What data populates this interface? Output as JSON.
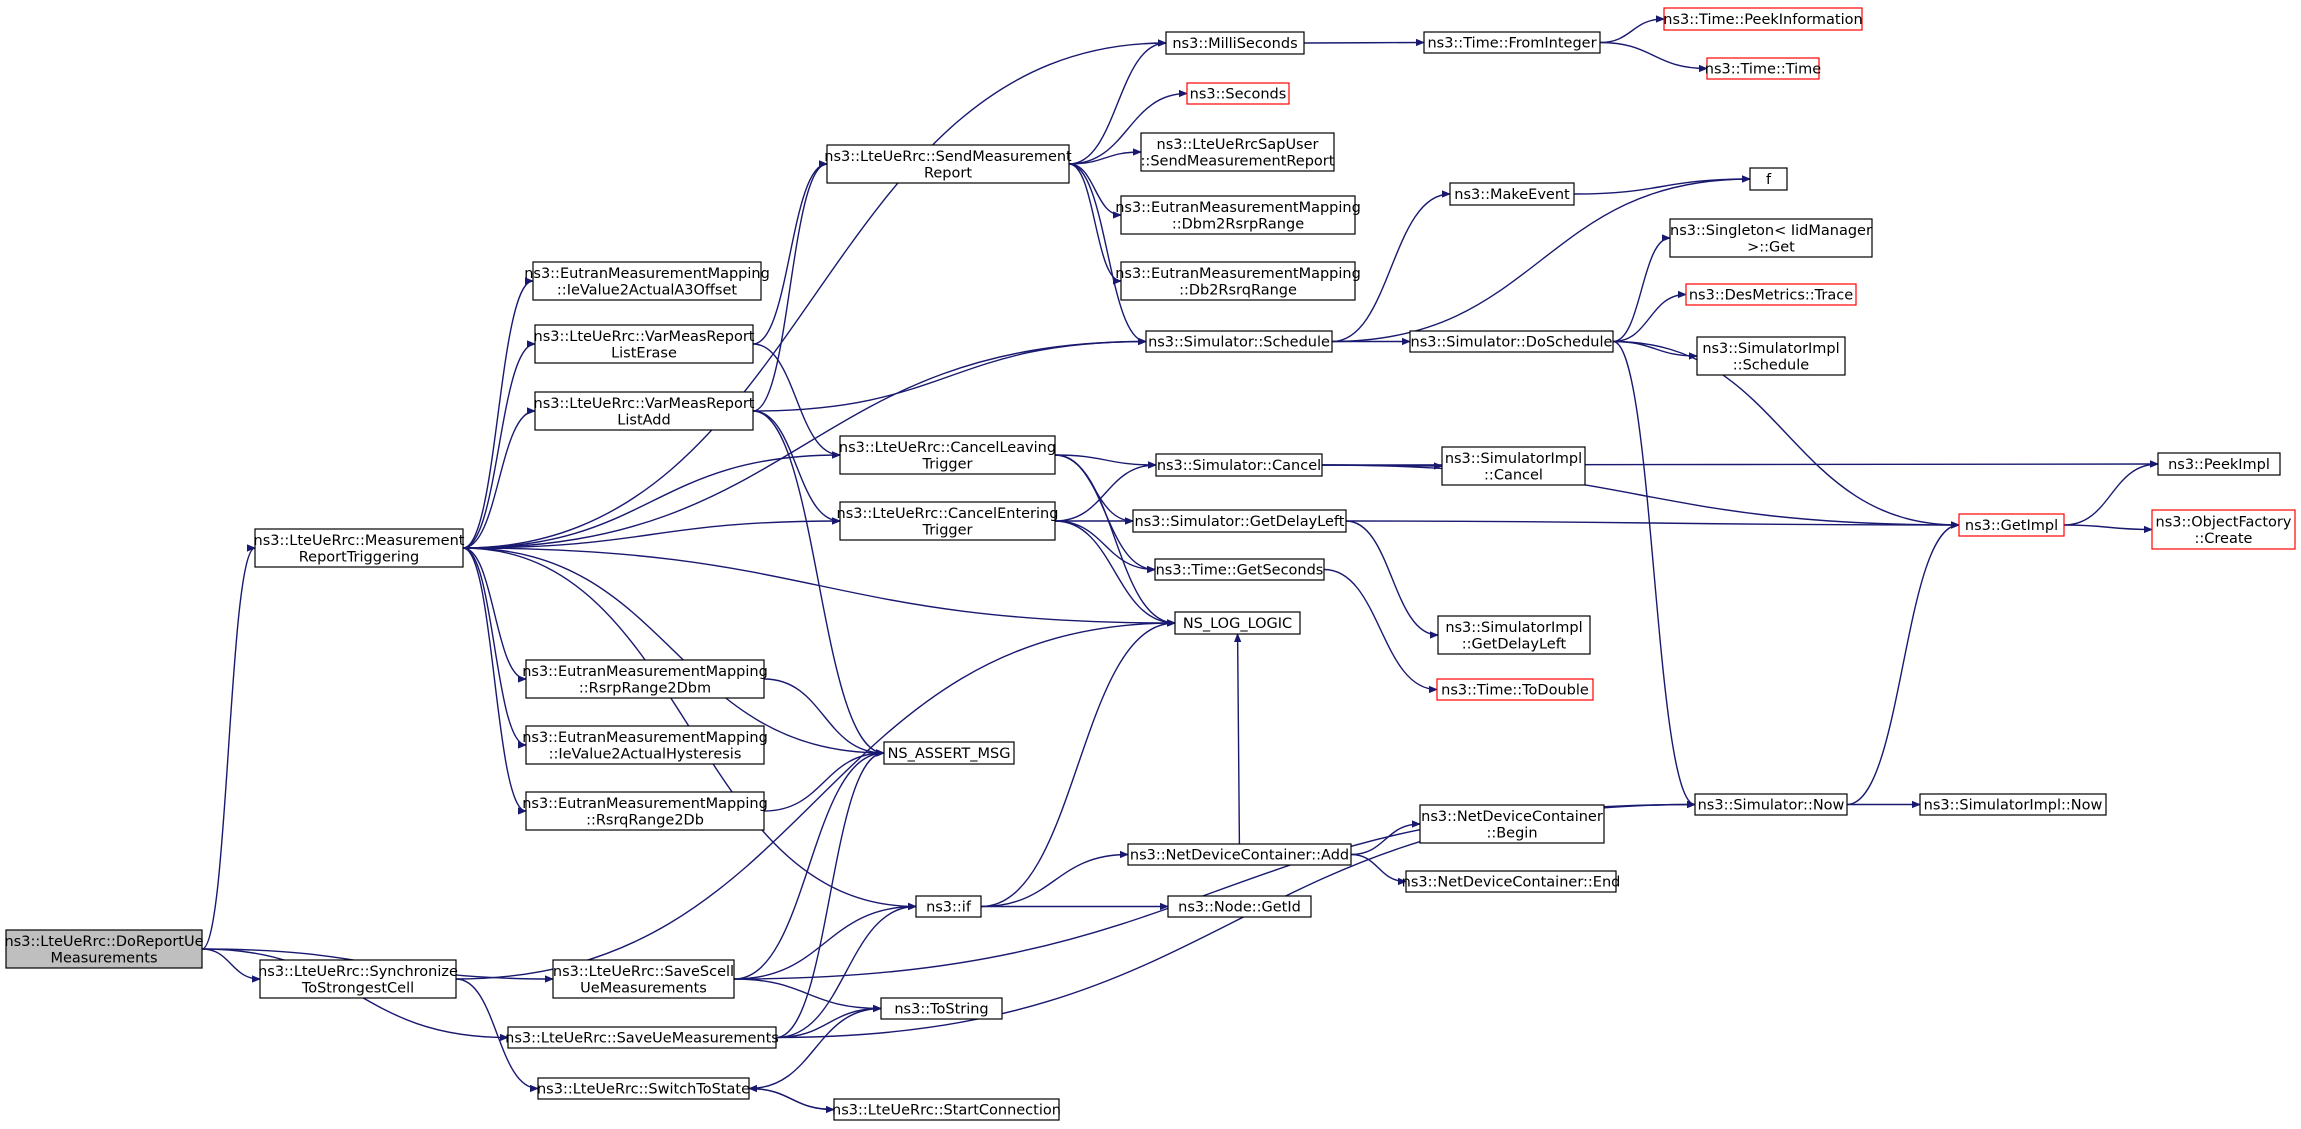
{
  "diagram": {
    "nodes": [
      {
        "id": "DoReportUeMeasurements",
        "lines": [
          "ns3::LteUeRrc::DoReportUe",
          "Measurements"
        ],
        "style": "root"
      },
      {
        "id": "MeasurementReportTriggering",
        "lines": [
          "ns3::LteUeRrc::Measurement",
          "ReportTriggering"
        ],
        "style": "normal"
      },
      {
        "id": "SynchronizeToStrongestCell",
        "lines": [
          "ns3::LteUeRrc::Synchronize",
          "ToStrongestCell"
        ],
        "style": "normal"
      },
      {
        "id": "SaveScellUeMeasurements",
        "lines": [
          "ns3::LteUeRrc::SaveScell",
          "UeMeasurements"
        ],
        "style": "normal"
      },
      {
        "id": "SaveUeMeasurements",
        "lines": [
          "ns3::LteUeRrc::SaveUeMeasurements"
        ],
        "style": "normal"
      },
      {
        "id": "SwitchToState",
        "lines": [
          "ns3::LteUeRrc::SwitchToState"
        ],
        "style": "normal"
      },
      {
        "id": "StartConnection",
        "lines": [
          "ns3::LteUeRrc::StartConnection"
        ],
        "style": "normal"
      },
      {
        "id": "IeValue2ActualA3Offset",
        "lines": [
          "ns3::EutranMeasurementMapping",
          "::IeValue2ActualA3Offset"
        ],
        "style": "normal"
      },
      {
        "id": "VarMeasReportListErase",
        "lines": [
          "ns3::LteUeRrc::VarMeasReport",
          "ListErase"
        ],
        "style": "normal"
      },
      {
        "id": "VarMeasReportListAdd",
        "lines": [
          "ns3::LteUeRrc::VarMeasReport",
          "ListAdd"
        ],
        "style": "normal"
      },
      {
        "id": "RsrpRange2Dbm",
        "lines": [
          "ns3::EutranMeasurementMapping",
          "::RsrpRange2Dbm"
        ],
        "style": "normal"
      },
      {
        "id": "IeValue2ActualHysteresis",
        "lines": [
          "ns3::EutranMeasurementMapping",
          "::IeValue2ActualHysteresis"
        ],
        "style": "normal"
      },
      {
        "id": "RsrqRange2Db",
        "lines": [
          "ns3::EutranMeasurementMapping",
          "::RsrqRange2Db"
        ],
        "style": "normal"
      },
      {
        "id": "SendMeasurementReport",
        "lines": [
          "ns3::LteUeRrc::SendMeasurement",
          "Report"
        ],
        "style": "normal"
      },
      {
        "id": "CancelLeavingTrigger",
        "lines": [
          "ns3::LteUeRrc::CancelLeaving",
          "Trigger"
        ],
        "style": "normal"
      },
      {
        "id": "CancelEnteringTrigger",
        "lines": [
          "ns3::LteUeRrc::CancelEntering",
          "Trigger"
        ],
        "style": "normal"
      },
      {
        "id": "NS_ASSERT_MSG",
        "lines": [
          "NS_ASSERT_MSG"
        ],
        "style": "normal"
      },
      {
        "id": "if",
        "lines": [
          "ns3::if"
        ],
        "style": "normal"
      },
      {
        "id": "ToString",
        "lines": [
          "ns3::ToString"
        ],
        "style": "normal"
      },
      {
        "id": "MilliSeconds",
        "lines": [
          "ns3::MilliSeconds"
        ],
        "style": "normal"
      },
      {
        "id": "Seconds",
        "lines": [
          "ns3::Seconds"
        ],
        "style": "red"
      },
      {
        "id": "SapSendMeasurementReport",
        "lines": [
          "ns3::LteUeRrcSapUser",
          "::SendMeasurementReport"
        ],
        "style": "normal"
      },
      {
        "id": "Dbm2RsrpRange",
        "lines": [
          "ns3::EutranMeasurementMapping",
          "::Dbm2RsrpRange"
        ],
        "style": "normal"
      },
      {
        "id": "Db2RsrqRange",
        "lines": [
          "ns3::EutranMeasurementMapping",
          "::Db2RsrqRange"
        ],
        "style": "normal"
      },
      {
        "id": "Schedule",
        "lines": [
          "ns3::Simulator::Schedule"
        ],
        "style": "normal"
      },
      {
        "id": "SimCancel",
        "lines": [
          "ns3::Simulator::Cancel"
        ],
        "style": "normal"
      },
      {
        "id": "GetDelayLeft",
        "lines": [
          "ns3::Simulator::GetDelayLeft"
        ],
        "style": "normal"
      },
      {
        "id": "GetSeconds",
        "lines": [
          "ns3::Time::GetSeconds"
        ],
        "style": "normal"
      },
      {
        "id": "NS_LOG_LOGIC",
        "lines": [
          "NS_LOG_LOGIC"
        ],
        "style": "normal"
      },
      {
        "id": "NDCAdd",
        "lines": [
          "ns3::NetDeviceContainer::Add"
        ],
        "style": "normal"
      },
      {
        "id": "NodeGetId",
        "lines": [
          "ns3::Node::GetId"
        ],
        "style": "normal"
      },
      {
        "id": "FromInteger",
        "lines": [
          "ns3::Time::FromInteger"
        ],
        "style": "normal"
      },
      {
        "id": "MakeEvent",
        "lines": [
          "ns3::MakeEvent"
        ],
        "style": "normal"
      },
      {
        "id": "DoSchedule",
        "lines": [
          "ns3::Simulator::DoSchedule"
        ],
        "style": "normal"
      },
      {
        "id": "ImplCancel",
        "lines": [
          "ns3::SimulatorImpl",
          "::Cancel"
        ],
        "style": "normal"
      },
      {
        "id": "ImplGetDelayLeft",
        "lines": [
          "ns3::SimulatorImpl",
          "::GetDelayLeft"
        ],
        "style": "normal"
      },
      {
        "id": "ToDouble",
        "lines": [
          "ns3::Time::ToDouble"
        ],
        "style": "red"
      },
      {
        "id": "NDCBegin",
        "lines": [
          "ns3::NetDeviceContainer",
          "::Begin"
        ],
        "style": "normal"
      },
      {
        "id": "NDCEnd",
        "lines": [
          "ns3::NetDeviceContainer::End"
        ],
        "style": "normal"
      },
      {
        "id": "PeekInformation",
        "lines": [
          "ns3::Time::PeekInformation"
        ],
        "style": "red"
      },
      {
        "id": "TimeTime",
        "lines": [
          "ns3::Time::Time"
        ],
        "style": "red"
      },
      {
        "id": "f",
        "lines": [
          "f"
        ],
        "style": "normal"
      },
      {
        "id": "SingletonGet",
        "lines": [
          "ns3::Singleton< IidManager",
          ">::Get"
        ],
        "style": "normal"
      },
      {
        "id": "DesMetricsTrace",
        "lines": [
          "ns3::DesMetrics::Trace"
        ],
        "style": "red"
      },
      {
        "id": "ImplSchedule",
        "lines": [
          "ns3::SimulatorImpl",
          "::Schedule"
        ],
        "style": "normal"
      },
      {
        "id": "SimNow",
        "lines": [
          "ns3::Simulator::Now"
        ],
        "style": "normal"
      },
      {
        "id": "ImplNow",
        "lines": [
          "ns3::SimulatorImpl::Now"
        ],
        "style": "normal"
      },
      {
        "id": "GetImpl",
        "lines": [
          "ns3::GetImpl"
        ],
        "style": "red"
      },
      {
        "id": "PeekImpl",
        "lines": [
          "ns3::PeekImpl"
        ],
        "style": "normal"
      },
      {
        "id": "ObjectFactoryCreate",
        "lines": [
          "ns3::ObjectFactory",
          "::Create"
        ],
        "style": "red"
      }
    ],
    "edges": [
      [
        "DoReportUeMeasurements",
        "MeasurementReportTriggering"
      ],
      [
        "DoReportUeMeasurements",
        "SynchronizeToStrongestCell"
      ],
      [
        "DoReportUeMeasurements",
        "SaveScellUeMeasurements"
      ],
      [
        "DoReportUeMeasurements",
        "SaveUeMeasurements"
      ],
      [
        "MeasurementReportTriggering",
        "MilliSeconds"
      ],
      [
        "MeasurementReportTriggering",
        "Schedule"
      ],
      [
        "MeasurementReportTriggering",
        "IeValue2ActualA3Offset"
      ],
      [
        "MeasurementReportTriggering",
        "VarMeasReportListErase"
      ],
      [
        "MeasurementReportTriggering",
        "VarMeasReportListAdd"
      ],
      [
        "MeasurementReportTriggering",
        "CancelLeavingTrigger"
      ],
      [
        "MeasurementReportTriggering",
        "CancelEnteringTrigger"
      ],
      [
        "MeasurementReportTriggering",
        "NS_LOG_LOGIC"
      ],
      [
        "MeasurementReportTriggering",
        "RsrpRange2Dbm"
      ],
      [
        "MeasurementReportTriggering",
        "IeValue2ActualHysteresis"
      ],
      [
        "MeasurementReportTriggering",
        "RsrqRange2Db"
      ],
      [
        "MeasurementReportTriggering",
        "NS_ASSERT_MSG"
      ],
      [
        "MeasurementReportTriggering",
        "if"
      ],
      [
        "VarMeasReportListErase",
        "SendMeasurementReport"
      ],
      [
        "VarMeasReportListErase",
        "CancelLeavingTrigger"
      ],
      [
        "VarMeasReportListAdd",
        "SendMeasurementReport"
      ],
      [
        "VarMeasReportListAdd",
        "Schedule"
      ],
      [
        "VarMeasReportListAdd",
        "CancelEnteringTrigger"
      ],
      [
        "VarMeasReportListAdd",
        "NS_ASSERT_MSG"
      ],
      [
        "RsrpRange2Dbm",
        "NS_ASSERT_MSG"
      ],
      [
        "RsrqRange2Db",
        "NS_ASSERT_MSG"
      ],
      [
        "SynchronizeToStrongestCell",
        "NS_LOG_LOGIC"
      ],
      [
        "SynchronizeToStrongestCell",
        "SwitchToState"
      ],
      [
        "SaveScellUeMeasurements",
        "NS_ASSERT_MSG"
      ],
      [
        "SaveScellUeMeasurements",
        "if"
      ],
      [
        "SaveScellUeMeasurements",
        "ToString"
      ],
      [
        "SaveScellUeMeasurements",
        "SimNow"
      ],
      [
        "SaveUeMeasurements",
        "NS_ASSERT_MSG"
      ],
      [
        "SaveUeMeasurements",
        "if"
      ],
      [
        "SaveUeMeasurements",
        "ToString"
      ],
      [
        "SaveUeMeasurements",
        "SimNow"
      ],
      [
        "SwitchToState",
        "ToString"
      ],
      [
        "SwitchToState",
        "StartConnection"
      ],
      [
        "StartConnection",
        "SwitchToState"
      ],
      [
        "SendMeasurementReport",
        "MilliSeconds"
      ],
      [
        "SendMeasurementReport",
        "Seconds"
      ],
      [
        "SendMeasurementReport",
        "SapSendMeasurementReport"
      ],
      [
        "SendMeasurementReport",
        "Dbm2RsrpRange"
      ],
      [
        "SendMeasurementReport",
        "Db2RsrqRange"
      ],
      [
        "SendMeasurementReport",
        "Schedule"
      ],
      [
        "CancelLeavingTrigger",
        "SimCancel"
      ],
      [
        "CancelLeavingTrigger",
        "GetDelayLeft"
      ],
      [
        "CancelLeavingTrigger",
        "GetSeconds"
      ],
      [
        "CancelLeavingTrigger",
        "NS_LOG_LOGIC"
      ],
      [
        "CancelEnteringTrigger",
        "SimCancel"
      ],
      [
        "CancelEnteringTrigger",
        "GetDelayLeft"
      ],
      [
        "CancelEnteringTrigger",
        "GetSeconds"
      ],
      [
        "CancelEnteringTrigger",
        "NS_LOG_LOGIC"
      ],
      [
        "if",
        "NS_LOG_LOGIC"
      ],
      [
        "if",
        "NDCAdd"
      ],
      [
        "if",
        "NodeGetId"
      ],
      [
        "NDCAdd",
        "NS_LOG_LOGIC"
      ],
      [
        "NDCAdd",
        "NDCBegin"
      ],
      [
        "NDCAdd",
        "NDCEnd"
      ],
      [
        "MilliSeconds",
        "FromInteger"
      ],
      [
        "FromInteger",
        "PeekInformation"
      ],
      [
        "FromInteger",
        "TimeTime"
      ],
      [
        "Schedule",
        "MakeEvent"
      ],
      [
        "Schedule",
        "f"
      ],
      [
        "Schedule",
        "DoSchedule"
      ],
      [
        "MakeEvent",
        "f"
      ],
      [
        "DoSchedule",
        "SingletonGet"
      ],
      [
        "DoSchedule",
        "DesMetricsTrace"
      ],
      [
        "DoSchedule",
        "ImplSchedule"
      ],
      [
        "DoSchedule",
        "GetImpl"
      ],
      [
        "DoSchedule",
        "SimNow"
      ],
      [
        "SimCancel",
        "ImplCancel"
      ],
      [
        "SimCancel",
        "GetImpl"
      ],
      [
        "SimCancel",
        "PeekImpl"
      ],
      [
        "GetDelayLeft",
        "GetImpl"
      ],
      [
        "GetDelayLeft",
        "ImplGetDelayLeft"
      ],
      [
        "GetSeconds",
        "ToDouble"
      ],
      [
        "SimNow",
        "GetImpl"
      ],
      [
        "SimNow",
        "ImplNow"
      ],
      [
        "GetImpl",
        "PeekImpl"
      ],
      [
        "GetImpl",
        "ObjectFactoryCreate"
      ]
    ]
  }
}
